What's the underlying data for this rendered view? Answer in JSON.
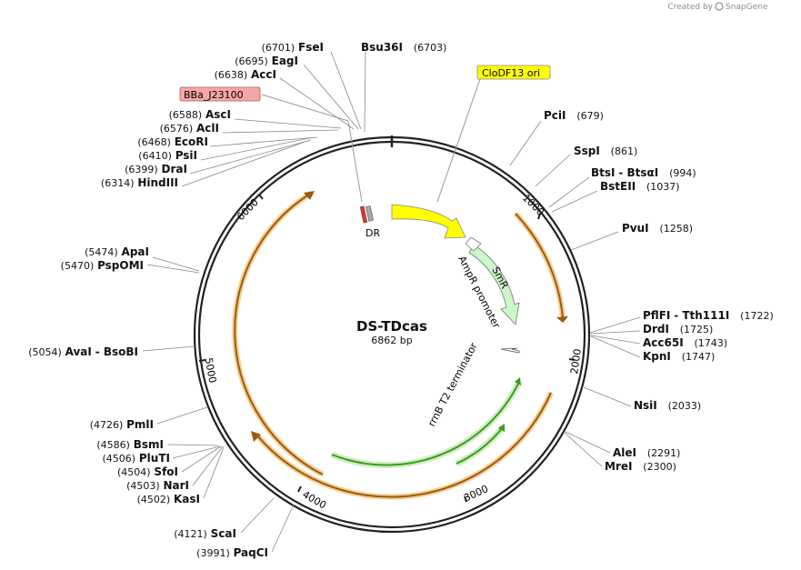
{
  "watermark": {
    "created_by": "Created by",
    "brand": "SnapGene"
  },
  "plasmid": {
    "name": "DS-TDcas",
    "length": "6862 bp"
  },
  "ticks": [
    "1000",
    "2000",
    "3000",
    "4000",
    "5000",
    "6000"
  ],
  "features": {
    "dr": "DR",
    "smr": "SmR",
    "ampr_promoter": "AmpR promoter",
    "rrnb_t2": "rrnB T2 terminator",
    "clodf13": "CloDF13 ori",
    "bba_j23100": "BBa_J23100"
  },
  "sites_left": [
    {
      "name": "FseI",
      "pos": "(6701)"
    },
    {
      "name": "EagI",
      "pos": "(6695)"
    },
    {
      "name": "AccI",
      "pos": "(6638)"
    },
    {
      "name": "AscI",
      "pos": "(6588)"
    },
    {
      "name": "AclI",
      "pos": "(6576)"
    },
    {
      "name": "EcoRI",
      "pos": "(6468)"
    },
    {
      "name": "PsiI",
      "pos": "(6410)"
    },
    {
      "name": "DraI",
      "pos": "(6399)"
    },
    {
      "name": "HindIII",
      "pos": "(6314)"
    },
    {
      "name": "ApaI",
      "pos": "(5474)"
    },
    {
      "name": "PspOMI",
      "pos": "(5470)"
    },
    {
      "name": "AvaI",
      "pos": "(5054)",
      "extra": "-  BsoBI"
    },
    {
      "name": "PmlI",
      "pos": "(4726)"
    },
    {
      "name": "BsmI",
      "pos": "(4586)"
    },
    {
      "name": "PluTI",
      "pos": "(4506)"
    },
    {
      "name": "SfoI",
      "pos": "(4504)"
    },
    {
      "name": "NarI",
      "pos": "(4503)"
    },
    {
      "name": "KasI",
      "pos": "(4502)"
    },
    {
      "name": "ScaI",
      "pos": "(4121)"
    },
    {
      "name": "PaqCI",
      "pos": "(3991)"
    }
  ],
  "sites_right": [
    {
      "name": "Bsu36I",
      "pos": "(6703)"
    },
    {
      "name": "PciI",
      "pos": "(679)"
    },
    {
      "name": "SspI",
      "pos": "(861)"
    },
    {
      "name": "BtsI",
      "extra": "-  BtsαI",
      "pos": "(994)"
    },
    {
      "name": "BstEII",
      "pos": "(1037)"
    },
    {
      "name": "PvuI",
      "pos": "(1258)"
    },
    {
      "name": "PflFI",
      "extra": "-  Tth111I",
      "pos": "(1722)"
    },
    {
      "name": "DrdI",
      "pos": "(1725)"
    },
    {
      "name": "Acc65I",
      "pos": "(1743)"
    },
    {
      "name": "KpnI",
      "pos": "(1747)"
    },
    {
      "name": "NsiI",
      "pos": "(2033)"
    },
    {
      "name": "AleI",
      "pos": "(2291)"
    },
    {
      "name": "MreI",
      "pos": "(2300)"
    }
  ]
}
